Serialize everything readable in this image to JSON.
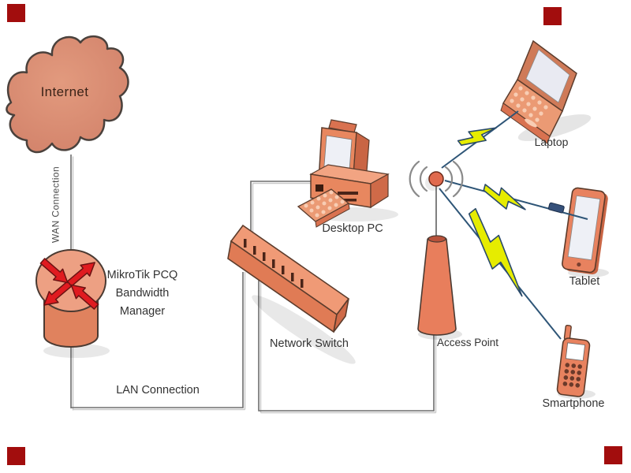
{
  "labels": {
    "internet": "Internet",
    "wan_connection": "WAN Connection",
    "router_line1": "MikroTik PCQ",
    "router_line2": "Bandwidth",
    "router_line3": "Manager",
    "desktop_pc": "Desktop PC",
    "network_switch": "Network Switch",
    "lan_connection": "LAN Connection",
    "access_point": "Access Point",
    "laptop": "Laptop",
    "tablet": "Tablet",
    "smartphone": "Smartphone"
  },
  "nodes": [
    {
      "id": "internet",
      "label": "Internet",
      "icon": "cloud-icon"
    },
    {
      "id": "router",
      "label": "MikroTik PCQ Bandwidth Manager",
      "icon": "router-icon"
    },
    {
      "id": "desktop_pc",
      "label": "Desktop PC",
      "icon": "desktop-pc-icon"
    },
    {
      "id": "network_switch",
      "label": "Network Switch",
      "icon": "switch-icon"
    },
    {
      "id": "access_point",
      "label": "Access Point",
      "icon": "access-point-icon"
    },
    {
      "id": "laptop",
      "label": "Laptop",
      "icon": "laptop-icon"
    },
    {
      "id": "tablet",
      "label": "Tablet",
      "icon": "tablet-icon"
    },
    {
      "id": "smartphone",
      "label": "Smartphone",
      "icon": "smartphone-icon"
    }
  ],
  "links": [
    {
      "from": "internet",
      "to": "router",
      "label": "WAN Connection",
      "type": "wired"
    },
    {
      "from": "router",
      "to": "network_switch",
      "label": "LAN Connection",
      "type": "wired"
    },
    {
      "from": "network_switch",
      "to": "desktop_pc",
      "label": "",
      "type": "wired"
    },
    {
      "from": "network_switch",
      "to": "access_point",
      "label": "",
      "type": "wired"
    },
    {
      "from": "access_point",
      "to": "laptop",
      "label": "",
      "type": "wireless-lightning"
    },
    {
      "from": "access_point",
      "to": "tablet",
      "label": "",
      "type": "wireless-lightning"
    },
    {
      "from": "access_point",
      "to": "smartphone",
      "label": "",
      "type": "wireless-lightning"
    }
  ],
  "colors": {
    "device_salmon": "#e8875f",
    "device_salmon_light": "#f2a482",
    "device_salmon_dark": "#d97250",
    "outline_brown": "#5c3c2c",
    "cloud_fill": "#dd8e70",
    "router_arrow_red": "#e01b20",
    "bolt_yellow": "#e6ec00",
    "bolt_outline": "#2a4a6a",
    "wireless_line": "#2e5577",
    "wired_line": "#6e6e6e",
    "text": "#333333",
    "corner_marker": "#a20d0d"
  },
  "corner_markers": {
    "color": "#a20d0d",
    "positions": [
      "top-left",
      "top-right",
      "bottom-left",
      "bottom-right"
    ]
  }
}
